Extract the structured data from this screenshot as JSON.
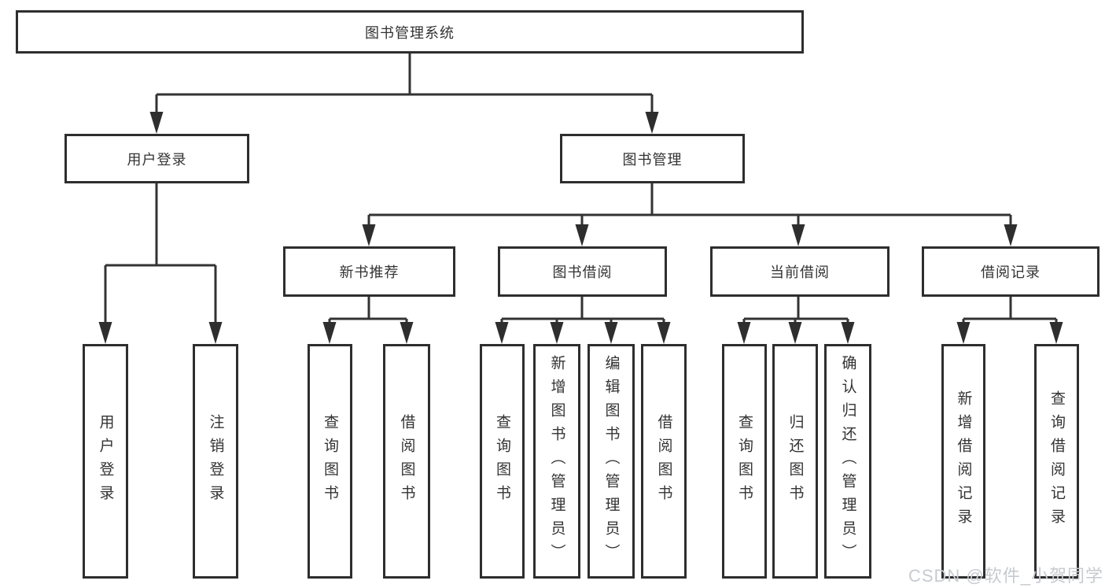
{
  "diagram": {
    "root": {
      "label": "图书管理系统"
    },
    "level1": [
      {
        "label": "用户登录",
        "children": [
          {
            "label": "用户登录"
          },
          {
            "label": "注销登录"
          }
        ]
      },
      {
        "label": "图书管理",
        "children": [
          {
            "label": "新书推荐",
            "children": [
              {
                "label": "查询图书"
              },
              {
                "label": "借阅图书"
              }
            ]
          },
          {
            "label": "图书借阅",
            "children": [
              {
                "label": "查询图书"
              },
              {
                "label": "新增图书（管理员）"
              },
              {
                "label": "编辑图书（管理员）"
              },
              {
                "label": "借阅图书"
              }
            ]
          },
          {
            "label": "当前借阅",
            "children": [
              {
                "label": "查询图书"
              },
              {
                "label": "归还图书"
              },
              {
                "label": "确认归还（管理员）"
              }
            ]
          },
          {
            "label": "借阅记录",
            "children": [
              {
                "label": "新增借阅记录"
              },
              {
                "label": "查询借阅记录"
              }
            ]
          }
        ]
      }
    ]
  },
  "watermark": {
    "text": "CSDN @软件_小贺同学"
  },
  "colors": {
    "line": "#333333",
    "box_border": "#2e2e2e",
    "text": "#333333",
    "watermark": "#c7cacf",
    "background": "#ffffff"
  }
}
